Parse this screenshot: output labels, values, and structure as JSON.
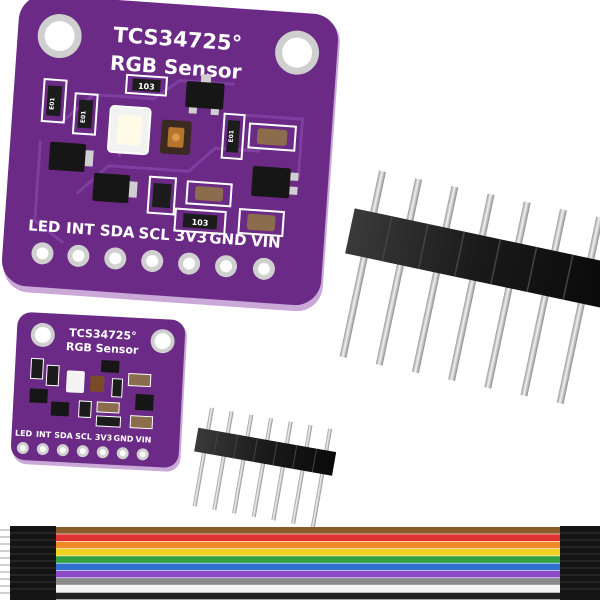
{
  "board_large": {
    "chip_name": "TCS34725°",
    "sensor_name": "RGB Sensor",
    "resistor_code": "103",
    "resistor_code_2": "103",
    "smd_code_a": "E01",
    "smd_code_b": "E01",
    "smd_code_c": "E01",
    "pins": [
      "LED",
      "INT",
      "SDA",
      "SCL",
      "3V3",
      "GND",
      "VIN"
    ]
  },
  "board_small": {
    "chip_name": "TCS34725°",
    "sensor_name": "RGB Sensor",
    "pins": [
      "LED",
      "INT",
      "SDA",
      "SCL",
      "3V3",
      "GND",
      "VIN"
    ]
  },
  "colors": {
    "pcb": "#6a2a86",
    "pcb_dark": "#4a1a62",
    "trace": "#7d3c9c",
    "silkscreen": "#ffffff",
    "pad": "#d8d8d8",
    "header_plastic": "#1e1e1e",
    "pin_metal": "#c9c9c9"
  },
  "ribbon_colors": [
    "#8b5a2b",
    "#e03030",
    "#f08a24",
    "#f0d020",
    "#30a040",
    "#2f6fd0",
    "#8a4bc8",
    "#8a8a8a",
    "#f4f4f4",
    "#222222"
  ]
}
